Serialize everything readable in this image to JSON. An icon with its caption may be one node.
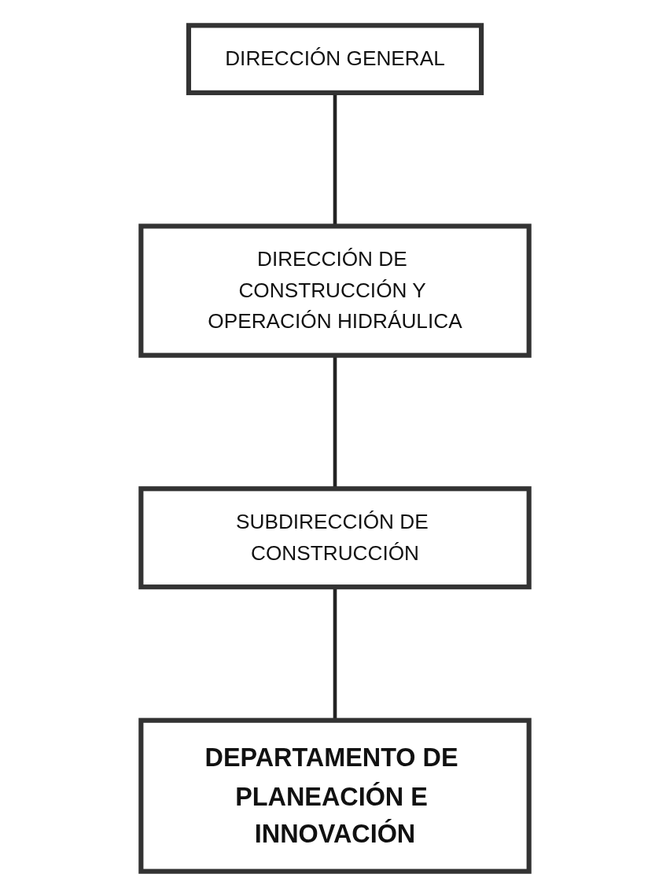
{
  "diagram": {
    "nodes": [
      {
        "text": [
          "DIRECCIÓN GENERAL"
        ]
      },
      {
        "text": [
          "DIRECCIÓN DE CONSTRUCCIÓN Y OPERACIÓN HIDRÁULICA"
        ]
      },
      {
        "text": [
          "SUBDIRECCIÓN DE CONSTRUCCIÓN"
        ]
      },
      {
        "text": [
          "DEPARTAMENTO DE PLANEACIÓN E INNOVACIÓN"
        ]
      }
    ],
    "edges": [
      {
        "from": 0,
        "to": 1,
        "arrow": "none"
      },
      {
        "from": 1,
        "to": 2,
        "arrow": "none"
      },
      {
        "from": 2,
        "to": 3,
        "arrow": "none"
      }
    ]
  }
}
